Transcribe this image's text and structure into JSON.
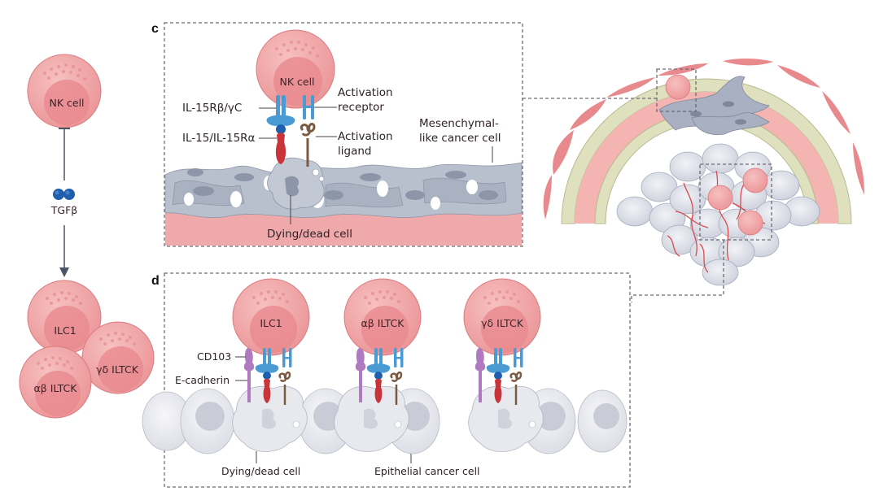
{
  "figure": {
    "panels": {
      "c": {
        "letter": "c",
        "nk_cell": "NK cell",
        "labels": {
          "receptor_complex": "IL-15Rβ/γC",
          "cytokine": "IL-15/IL-15Rα",
          "activation_receptor_line1": "Activation",
          "activation_receptor_line2": "receptor",
          "activation_ligand_line1": "Activation",
          "activation_ligand_line2": "ligand",
          "mesenchymal_line1": "Mesenchymal-",
          "mesenchymal_line2": "like cancer cell",
          "dying_cell": "Dying/dead cell"
        }
      },
      "d": {
        "letter": "d",
        "cells": [
          "ILC1",
          "αβ ILTCK",
          "γδ ILTCK"
        ],
        "labels": {
          "cd103": "CD103",
          "e_cadherin": "E-cadherin",
          "dying_cell": "Dying/dead cell",
          "epithelial": "Epithelial cancer cell"
        }
      }
    },
    "left_pathway": {
      "top_cell": "NK cell",
      "mediator": "TGFβ",
      "bottom_cells": [
        "ILC1",
        "γδ ILTCK",
        "αβ ILTCK"
      ],
      "inhibits": "NK cell",
      "induces": "ILC1, αβ ILTCK, γδ ILTCK"
    },
    "colors": {
      "immune_cell": "#f0a3a5",
      "immune_nucleus": "#e78e92",
      "receptor_blue": "#4a9bd4",
      "cytokine_red": "#c8343a",
      "ligand_brown": "#7a5a40",
      "tgfb_blue": "#1f5fae",
      "mesenchymal_gray": "#b8bfcc",
      "stroma_pink": "#efa9aa",
      "epithelial_white": "#e9eaef",
      "cd103_purple": "#b07ac0"
    }
  }
}
